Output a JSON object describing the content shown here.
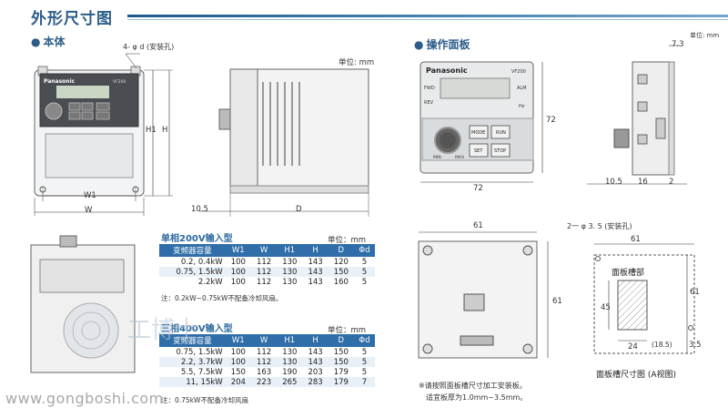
{
  "header": {
    "title": "外形尺寸图"
  },
  "body_section": {
    "label": "本体",
    "unit": "单位: mm",
    "hole_note": "4- φ d (安装孔)",
    "dims": {
      "W1": "W1",
      "W": "W",
      "H1": "H1",
      "H": "H",
      "D": "D",
      "d105": "10.5"
    },
    "brand": "Panasonic",
    "model": "VF200"
  },
  "panel_section": {
    "label": "操作面板",
    "unit": "单位: mm",
    "brand": "Panasonic",
    "model": "VF200",
    "keys": {
      "fwd": "FWD",
      "rev": "REV",
      "alm": "ALM",
      "hz": "Hz",
      "mode": "MODE",
      "run": "RUN",
      "set": "SET",
      "stop": "STOP",
      "min": "MIN.",
      "max": "MAX"
    },
    "dims": {
      "w72": "72",
      "h72": "72",
      "d73": "7.3",
      "d105": "10.5",
      "d16": "16",
      "d2": "2"
    }
  },
  "table200": {
    "title": "单相200V输入型",
    "unit": "单位：mm",
    "headers": [
      "变频器容量",
      "W1",
      "W",
      "H1",
      "H",
      "D",
      "Φd"
    ],
    "rows": [
      [
        "0.2, 0.4kW",
        "100",
        "112",
        "130",
        "143",
        "120",
        "5"
      ],
      [
        "0.75, 1.5kW",
        "100",
        "112",
        "130",
        "143",
        "150",
        "5"
      ],
      [
        "2.2kW",
        "100",
        "112",
        "130",
        "143",
        "160",
        "5"
      ]
    ],
    "note": "注：0.2kW~0.75kW不配备冷却风扇。"
  },
  "table400": {
    "title": "三相400V输入型",
    "unit": "单位：mm",
    "headers": [
      "变频器容量",
      "W1",
      "W",
      "H1",
      "H",
      "D",
      "Φd"
    ],
    "rows": [
      [
        "0.75, 1.5kW",
        "100",
        "112",
        "130",
        "143",
        "150",
        "5"
      ],
      [
        "2.2, 3.7kW",
        "100",
        "112",
        "130",
        "143",
        "150",
        "5"
      ],
      [
        "5.5, 7.5kW",
        "150",
        "163",
        "190",
        "203",
        "179",
        "5"
      ],
      [
        "11, 15kW",
        "204",
        "223",
        "265",
        "283",
        "179",
        "7"
      ]
    ],
    "note": "注：0.75kW不配备冷却风扇"
  },
  "bottom_panel": {
    "d61w": "61",
    "d61h": "61"
  },
  "cutout": {
    "hole_note": "2一 φ 3. 5 (安装孔)",
    "slot_label": "面板槽部",
    "d61w": "61",
    "d61h": "61",
    "d45": "45",
    "d24": "24",
    "d185": "(18.5)",
    "d35": "3.5",
    "caption": "面板槽尺寸图 (A视图)"
  },
  "install_note": {
    "line1": "※请按照面板槽尺寸加工安装板。",
    "line2": "适宜板厚为1.0mm~3.5mm。"
  },
  "watermark": {
    "url": "www.gongboshi.com",
    "text": "工博士"
  }
}
